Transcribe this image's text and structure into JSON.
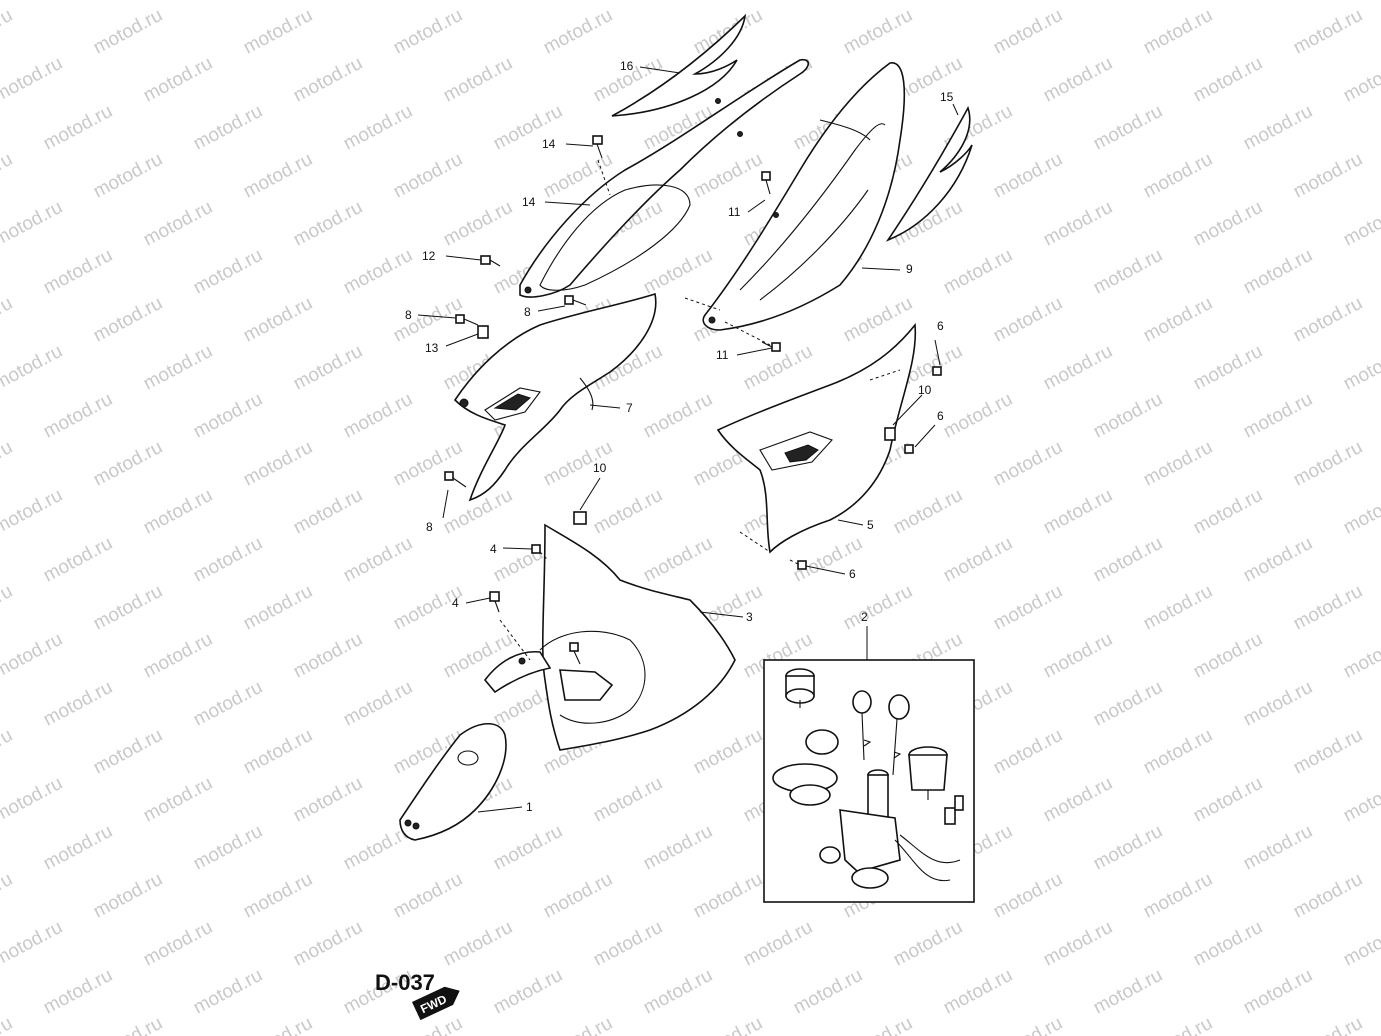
{
  "watermark_text": "motod.ru",
  "callouts": [
    {
      "id": "c16",
      "label": "16"
    },
    {
      "id": "c15",
      "label": "15"
    },
    {
      "id": "c14a",
      "label": "14"
    },
    {
      "id": "c14b",
      "label": "14"
    },
    {
      "id": "c12",
      "label": "12"
    },
    {
      "id": "c11a",
      "label": "11"
    },
    {
      "id": "c11b",
      "label": "11"
    },
    {
      "id": "c9",
      "label": "9"
    },
    {
      "id": "c8a",
      "label": "8"
    },
    {
      "id": "c8b",
      "label": "8"
    },
    {
      "id": "c13",
      "label": "13"
    },
    {
      "id": "c7",
      "label": "7"
    },
    {
      "id": "c6a",
      "label": "6"
    },
    {
      "id": "c10a",
      "label": "10"
    },
    {
      "id": "c6b",
      "label": "6"
    },
    {
      "id": "c8c",
      "label": "8"
    },
    {
      "id": "c10b",
      "label": "10"
    },
    {
      "id": "c5",
      "label": "5"
    },
    {
      "id": "c4a",
      "label": "4"
    },
    {
      "id": "c6c",
      "label": "6"
    },
    {
      "id": "c4b",
      "label": "4"
    },
    {
      "id": "c3",
      "label": "3"
    },
    {
      "id": "c2",
      "label": "2"
    },
    {
      "id": "c1",
      "label": "1"
    }
  ],
  "page_code": "D-037",
  "fwd_label": "FWD"
}
